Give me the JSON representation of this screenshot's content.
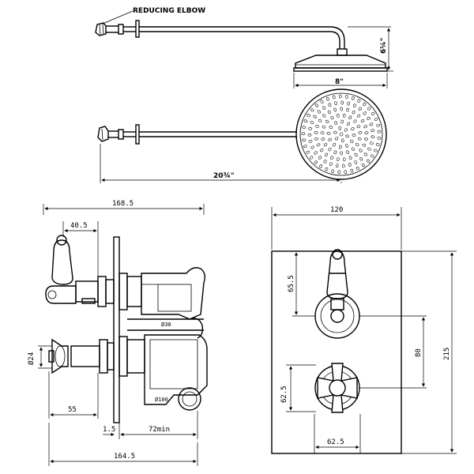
{
  "labels": {
    "reducing_elbow": "REDUCING ELBOW",
    "dim_6_25": "6¼\"",
    "dim_8": "8\"",
    "dim_20_75": "20¾\"",
    "dim_168_5": "168.5",
    "dim_40_5": "40.5",
    "dim_24": "Ø24",
    "dim_55": "55",
    "dim_1_5": "1.5",
    "dim_72min": "72min",
    "dim_164_5": "164.5",
    "dim_120": "120",
    "dim_65_5": "65.5",
    "dim_80": "80",
    "dim_215": "215",
    "dim_62_5_v": "62.5",
    "dim_62_5_h": "62.5",
    "port_label_top": "Ø30",
    "port_label_bottom": "Ø100"
  }
}
